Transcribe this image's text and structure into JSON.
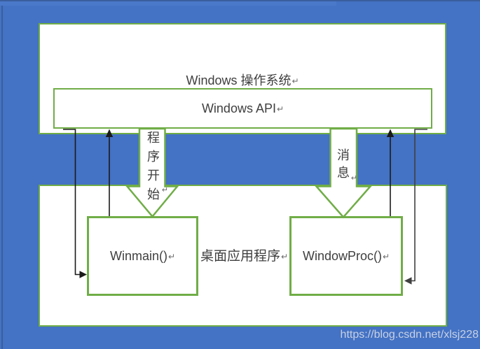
{
  "diagram": {
    "os_box_label": "Windows 操作系统",
    "api_box_label": "Windows API",
    "left_arrow_label": "程序开始",
    "right_arrow_label": "消息",
    "winmain_box_label": "Winmain()",
    "windowproc_box_label": "WindowProc()",
    "desktop_app_label": "桌面应用程序",
    "paragraph_mark": "↵"
  },
  "watermark": {
    "text": "https://blog.csdn.net/xlsj228"
  },
  "colors": {
    "background_blue": "#4472c4",
    "border_green": "#70ad47",
    "connector_black": "#1a1a1a",
    "connector_gray": "#404040",
    "text_dark": "#3f3f3f",
    "watermark_text": "#c7d1e3"
  }
}
